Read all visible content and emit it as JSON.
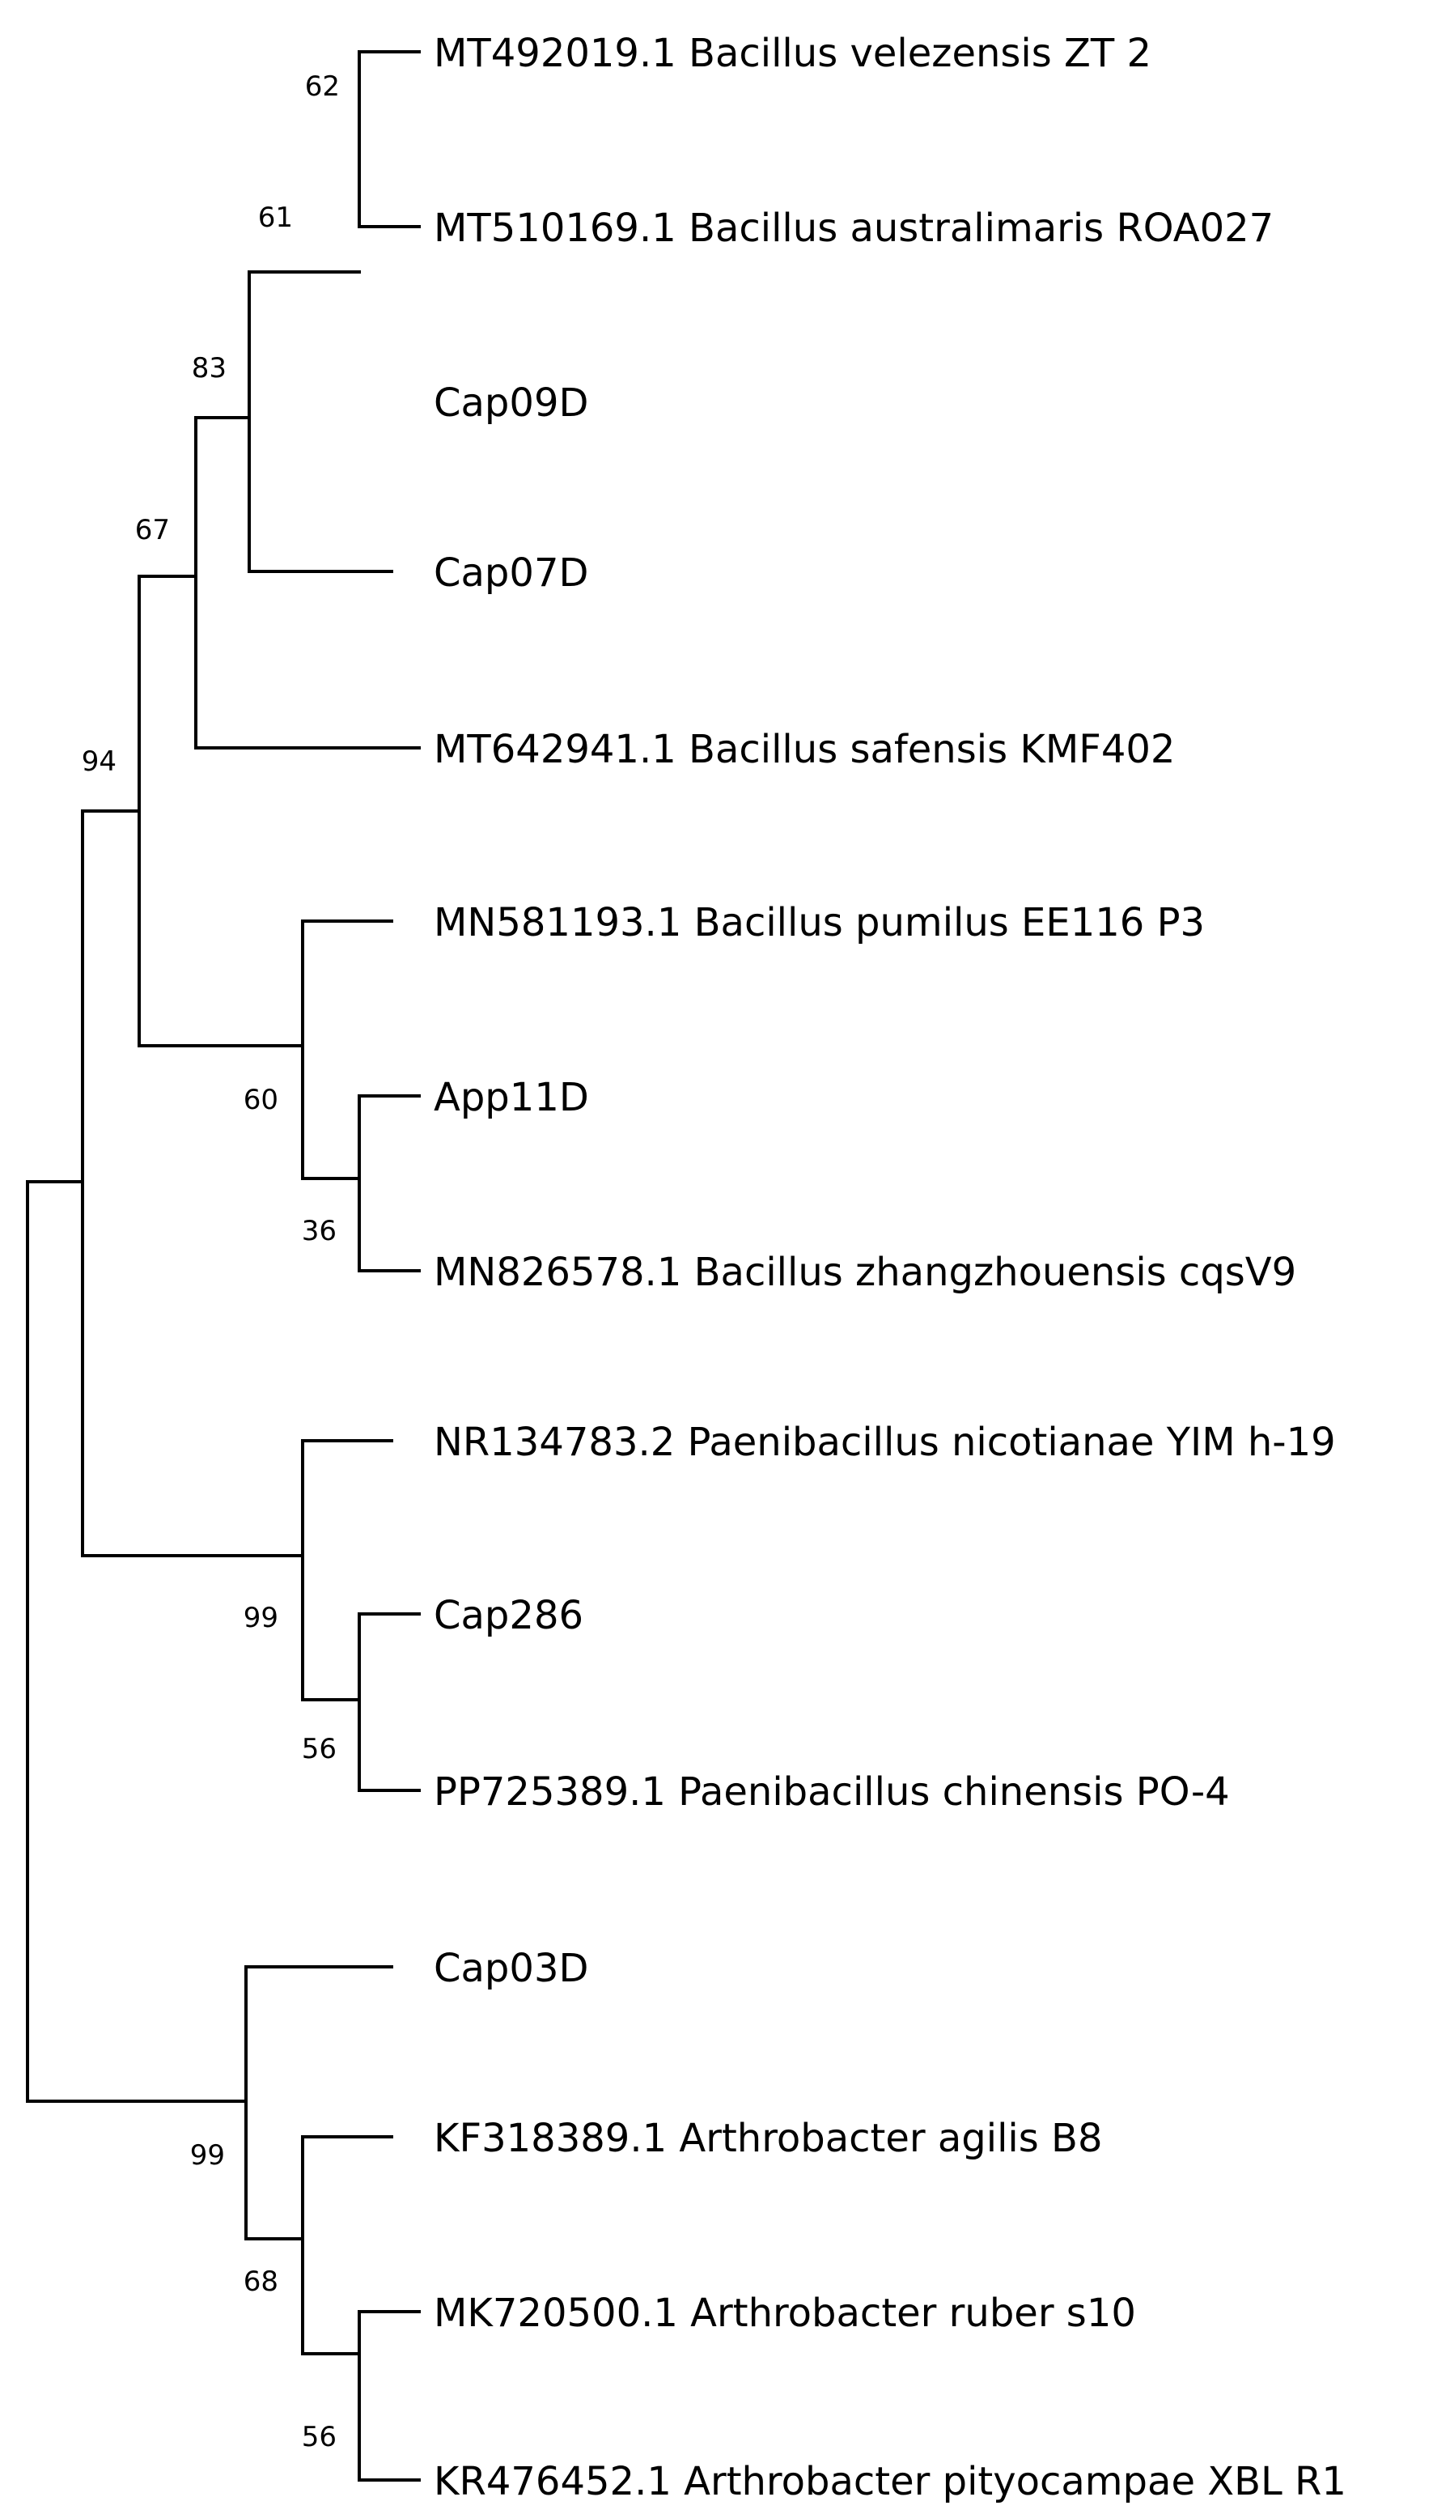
{
  "taxa": [
    "MT492019.1 Bacillus velezensis ZT 2",
    "MT510169.1 Bacillus australimaris ROA027",
    "Cap09D",
    "Cap07D",
    "MT642941.1 Bacillus safensis KMF402",
    "MN581193.1 Bacillus pumilus EE116 P3",
    "App11D",
    "MN826578.1 Bacillus zhangzhouensis cqsV9",
    "NR134783.2 Paenibacillus nicotianae YIM h-19",
    "Cap286",
    "PP725389.1 Paenibacillus chinensis PO-4",
    "Cap03D",
    "KF318389.1 Arthrobacter agilis B8",
    "MK720500.1 Arthrobacter ruber s10",
    "KR476452.1 Arthrobacter pityocampae XBL R1"
  ],
  "support_values": {
    "velezensis_australimaris": "62",
    "with_cap09d": "61",
    "with_cap07d": "83",
    "with_safensis": "67",
    "bacillus_clade": "94",
    "pumilus_group": "60",
    "app11d_zhangzhouensis": "36",
    "paenibacillus_clade": "99",
    "cap286_chinensis": "56",
    "arthrobacter_clade": "99",
    "arthrobacter_subclade": "68",
    "ruber_pityocampae": "56"
  },
  "colors": {
    "line": "#000000",
    "text": "#000000",
    "background": "#ffffff"
  }
}
